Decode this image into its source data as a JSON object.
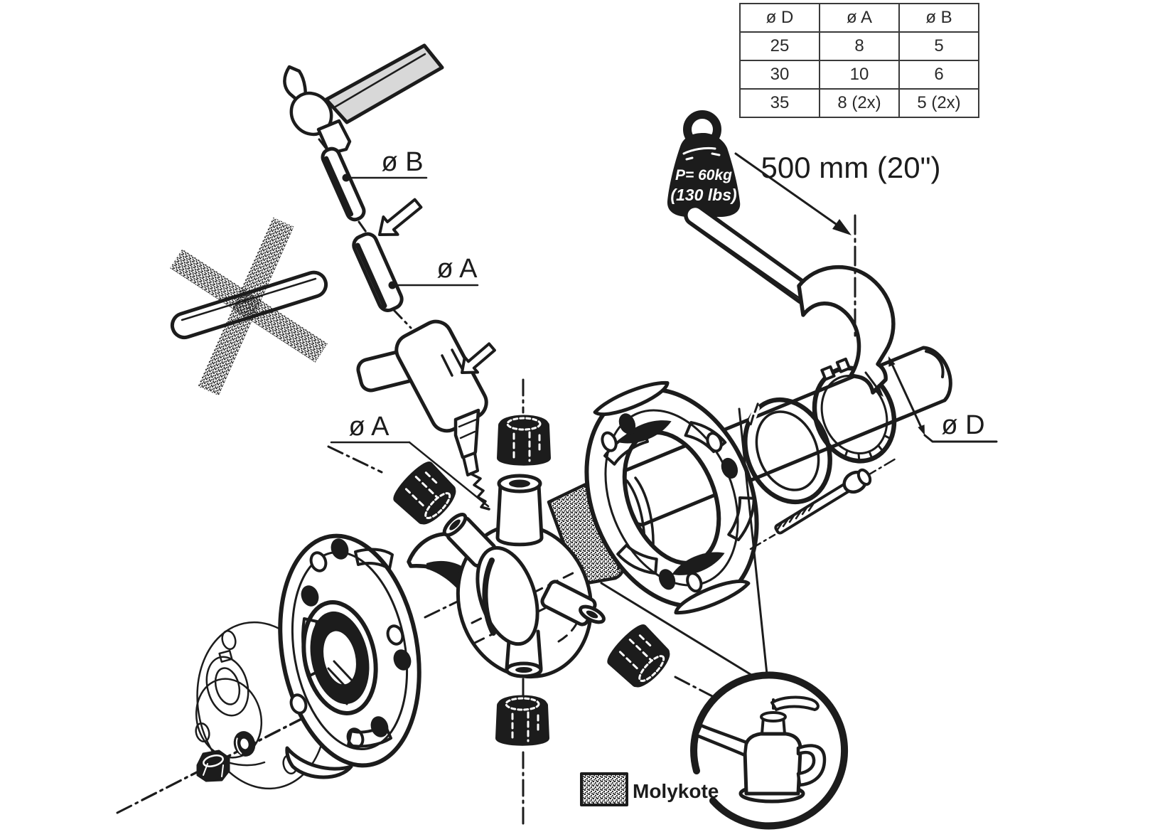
{
  "table": {
    "headers": [
      "ø D",
      "ø A",
      "ø B"
    ],
    "rows": [
      [
        "25",
        "8",
        "5"
      ],
      [
        "30",
        "10",
        "6"
      ],
      [
        "35",
        "8 (2x)",
        "5 (2x)"
      ]
    ]
  },
  "labels": {
    "pin_b": "ø B",
    "pin_a": "ø A",
    "hole_a": "ø A",
    "shaft_d": "ø D",
    "dimension": "500 mm (20\")",
    "molykote": "Molykote"
  },
  "weight": {
    "line1": "P= 60kg",
    "line2": "(130 lbs)"
  },
  "colors": {
    "ink": "#1c1c1c",
    "paper": "#ffffff",
    "tool_handle": "#d8d8d8"
  },
  "icons": {
    "hammer": "ball-peen-hammer-silhouette",
    "drill": "hand-drill-silhouette",
    "weight": "60kg-test-weight-silhouette",
    "oil_can": "oil-can-silhouette",
    "prohibition": "stippled-x-cross-out",
    "direction_arrow": "hollow-outline-arrow"
  }
}
